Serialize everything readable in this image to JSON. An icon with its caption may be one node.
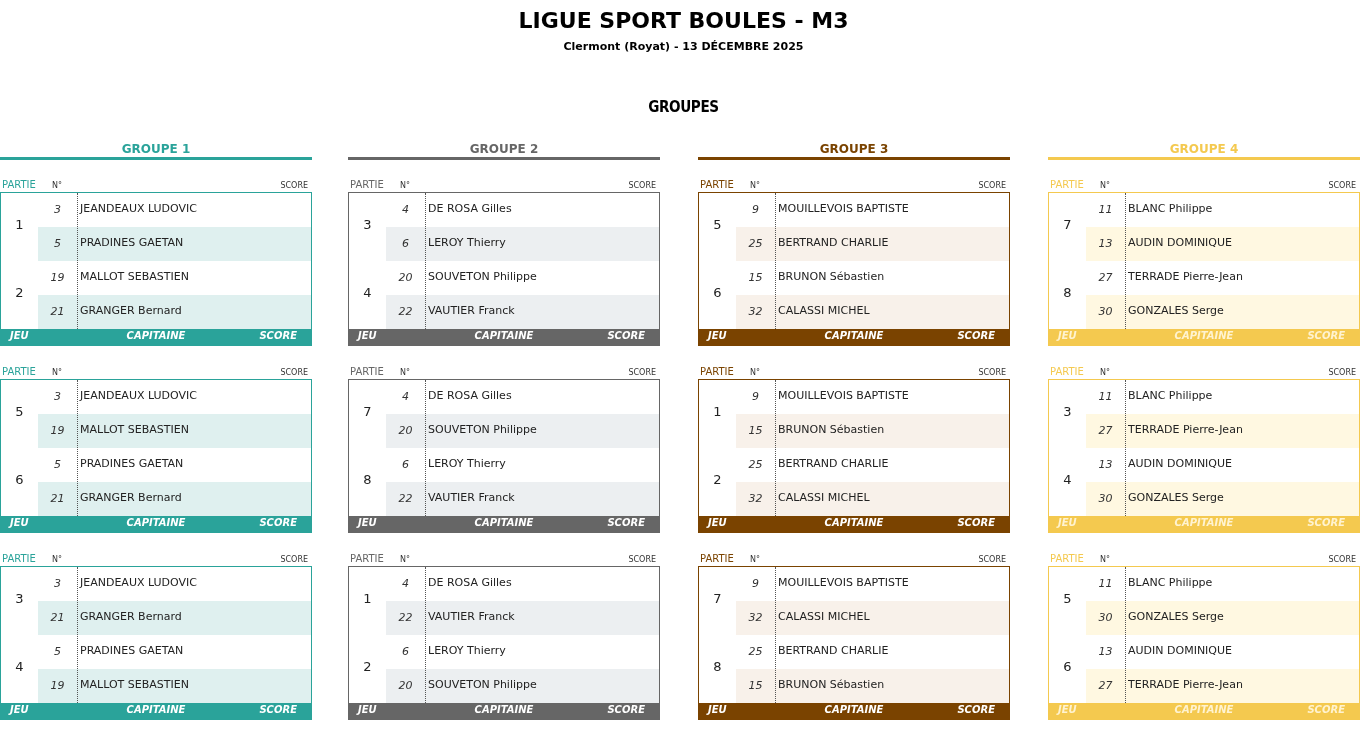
{
  "diagram": {
    "title": "LIGUE SPORT BOULES - M3",
    "nodes": [
      {
        "text": [
          "PARTIE",
          "N°",
          "SCORE",
          "1",
          "3",
          "JEANDEAUX LUDOVIC",
          "5",
          "PRADINES GAETAN",
          "2",
          "19",
          "MALLOT SEBASTIEN",
          "21",
          "GRANGER Bernard",
          "JEU",
          "CAPITAINE",
          "SCORE"
        ]
      },
      {
        "text": [
          "PARTIE",
          "N°",
          "SCORE",
          "3",
          "4",
          "DE ROSA Gilles",
          "6",
          "LEROY Thierry",
          "4",
          "20",
          "SOUVETON Philippe",
          "22",
          "VAUTIER Franck",
          "JEU",
          "CAPITAINE",
          "SCORE"
        ]
      },
      {
        "text": [
          "PARTIE",
          "N°",
          "SCORE",
          "5",
          "9",
          "MOUILLEVOIS BAPTISTE",
          "25",
          "BERTRAND CHARLIE",
          "6",
          "15",
          "BRUNON Sébastien",
          "32",
          "CALASSI MICHEL",
          "JEU",
          "CAPITAINE",
          "SCORE"
        ]
      },
      {
        "text": [
          "PARTIE",
          "N°",
          "SCORE",
          "7",
          "11",
          "BLANC Philippe",
          "13",
          "AUDIN DOMINIQUE",
          "8",
          "27",
          "TERRADE Pierre-Jean",
          "30",
          "GONZALES Serge",
          "JEU",
          "CAPITAINE",
          "SCORE"
        ]
      },
      {
        "text": [
          "PARTIE",
          "N°",
          "SCORE",
          "5",
          "3",
          "JEANDEAUX LUDOVIC",
          "19",
          "MALLOT SEBASTIEN",
          "6",
          "5",
          "PRADINES GAETAN",
          "21",
          "GRANGER Bernard",
          "JEU",
          "CAPITAINE",
          "SCORE"
        ]
      },
      {
        "text": [
          "PARTIE",
          "N°",
          "SCORE",
          "7",
          "4",
          "DE ROSA Gilles",
          "20",
          "SOUVETON Philippe",
          "8",
          "6",
          "LEROY Thierry",
          "22",
          "VAUTIER Franck",
          "JEU",
          "CAPITAINE",
          "SCORE"
        ]
      },
      {
        "text": [
          "PARTIE",
          "N°",
          "SCORE",
          "1",
          "9",
          "MOUILLEVOIS BAPTISTE",
          "15",
          "BRUNON Sébastien",
          "2",
          "25",
          "BERTRAND CHARLIE",
          "32",
          "CALASSI MICHEL",
          "JEU",
          "CAPITAINE",
          "SCORE"
        ]
      },
      {
        "text": [
          "PARTIE",
          "N°",
          "SCORE",
          "3",
          "11",
          "BLANC Philippe",
          "27",
          "TERRADE Pierre-Jean",
          "4",
          "13",
          "AUDIN DOMINIQUE",
          "30",
          "GONZALES Serge",
          "JEU",
          "CAPITAINE",
          "SCORE"
        ]
      },
      {
        "text": [
          "PARTIE",
          "N°",
          "SCORE",
          "3",
          "3",
          "JEANDEAUX LUDOVIC",
          "21",
          "GRANGER Bernard",
          "4",
          "5",
          "PRADINES GAETAN",
          "19",
          "MALLOT SEBASTIEN",
          "JEU",
          "CAPITAINE",
          "SCORE"
        ]
      },
      {
        "text": [
          "PARTIE",
          "N°",
          "SCORE",
          "1",
          "4",
          "DE ROSA Gilles",
          "22",
          "VAUTIER Franck",
          "2",
          "6",
          "LEROY Thierry",
          "20",
          "SOUVETON Philippe",
          "JEU",
          "CAPITAINE",
          "SCORE"
        ]
      },
      {
        "text": [
          "PARTIE",
          "N°",
          "SCORE",
          "7",
          "9",
          "MOUILLEVOIS BAPTISTE",
          "32",
          "CALASSI MICHEL",
          "8",
          "25",
          "BERTRAND CHARLIE",
          "15",
          "BRUNON Sébastien",
          "JEU",
          "CAPITAINE",
          "SCORE"
        ]
      },
      {
        "text": [
          "PARTIE",
          "N°",
          "SCORE",
          "5",
          "11",
          "BLANC Philippe",
          "30",
          "GONZALES Serge",
          "6",
          "13",
          "AUDIN DOMINIQUE",
          "27",
          "TERRADE Pierre-Jean",
          "JEU",
          "CAPITAINE",
          "SCORE"
        ]
      }
    ],
    "labels": [
      "Clermont (Royat) - 13 DÉCEMBRE 2025",
      "GROUPES",
      "GROUPE 1",
      "GROUPE 2",
      "GROUPE 3",
      "GROUPE 4"
    ]
  }
}
